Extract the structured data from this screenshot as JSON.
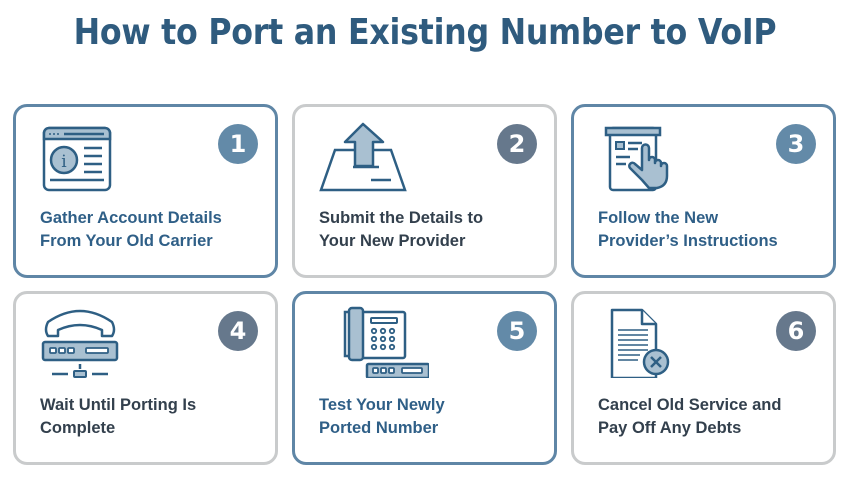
{
  "title": "How to Port an Existing Number to VoIP",
  "colors": {
    "title": "#2f5b7e",
    "blue_border": "#5f86a6",
    "gray_border": "#c9cbcc",
    "badge_blue": "#638aa8",
    "badge_slate": "#66788c",
    "icon_stroke": "#2e5f84",
    "icon_fill": "#a9c0d1",
    "label_blue": "#2f5f87",
    "label_dark": "#33404d"
  },
  "steps": [
    {
      "number": "1",
      "line1": "Gather Account Details",
      "line2": "From Your Old Carrier",
      "icon": "browser-info-icon",
      "style": "blue"
    },
    {
      "number": "2",
      "line1": "Submit the Details to",
      "line2": "Your New Provider",
      "icon": "upload-document-icon",
      "style": "gray"
    },
    {
      "number": "3",
      "line1": "Follow the New",
      "line2": "Provider’s Instructions",
      "icon": "document-pointer-icon",
      "style": "blue"
    },
    {
      "number": "4",
      "line1": "Wait Until Porting Is",
      "line2": "Complete",
      "icon": "phone-network-icon",
      "style": "gray"
    },
    {
      "number": "5",
      "line1": "Test Your Newly",
      "line2": "Ported Number",
      "icon": "desk-phone-icon",
      "style": "blue"
    },
    {
      "number": "6",
      "line1": "Cancel Old Service and",
      "line2": "Pay Off Any Debts",
      "icon": "cancel-document-icon",
      "style": "gray"
    }
  ]
}
